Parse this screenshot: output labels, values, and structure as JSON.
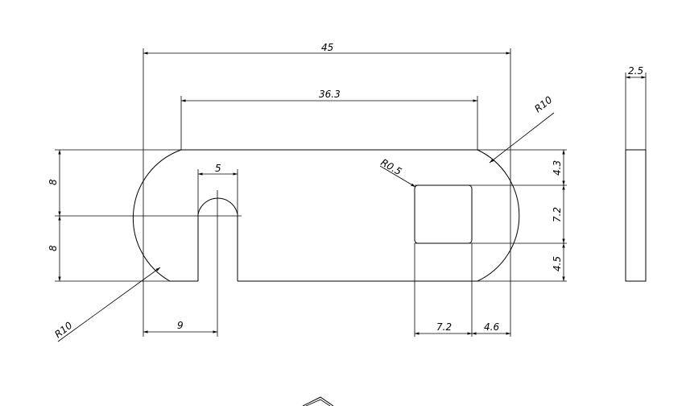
{
  "drawing": {
    "dimensions": {
      "overall_length": "45",
      "top_flat_length": "36.3",
      "slot_width": "5",
      "left_upper_height": "8",
      "left_lower_height": "8",
      "slot_center_offset": "9",
      "right_top_offset": "4.3",
      "square_size_vertical": "7.2",
      "right_bottom_offset": "4.5",
      "square_size_horizontal": "7.2",
      "square_right_offset": "4.6",
      "thickness": "2.5"
    },
    "callouts": {
      "right_radius": "R10",
      "left_radius": "R10",
      "corner_radius": "R0.5"
    }
  }
}
